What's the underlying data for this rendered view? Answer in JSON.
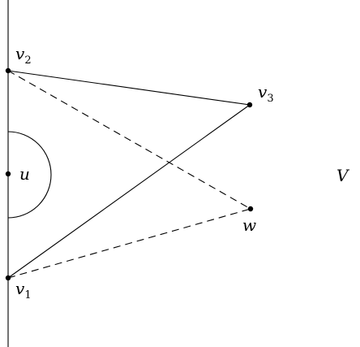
{
  "diagram": {
    "labels": {
      "v1": {
        "main": "v",
        "sub": "1"
      },
      "v2": {
        "main": "v",
        "sub": "2"
      },
      "v3": {
        "main": "v",
        "sub": "3"
      },
      "u": "u",
      "w": "w",
      "V": "V"
    }
  }
}
